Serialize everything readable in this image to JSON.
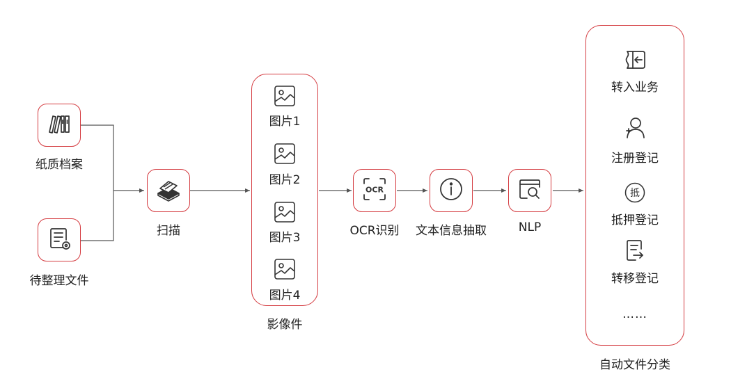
{
  "colors": {
    "accent": "#d43a3f",
    "line": "#555555",
    "text": "#222222"
  },
  "nodes": {
    "paper_archive": {
      "label": "纸质档案",
      "icon": "books-icon"
    },
    "pending_files": {
      "label": "待整理文件",
      "icon": "document-settings-icon"
    },
    "scan": {
      "label": "扫描",
      "icon": "scanner-icon"
    },
    "ocr": {
      "label": "OCR识别",
      "icon": "ocr-scan-icon",
      "icon_text": "OCR"
    },
    "text_extraction": {
      "label": "文本信息抽取",
      "icon": "info-icon"
    },
    "nlp": {
      "label": "NLP",
      "icon": "search-document-icon"
    }
  },
  "image_group": {
    "title": "影像件",
    "items": [
      {
        "label": "图片1",
        "icon": "image-icon"
      },
      {
        "label": "图片2",
        "icon": "image-icon"
      },
      {
        "label": "图片3",
        "icon": "image-icon"
      },
      {
        "label": "图片4",
        "icon": "image-icon"
      }
    ]
  },
  "classification_group": {
    "title": "自动文件分类",
    "items": [
      {
        "label": "转入业务",
        "icon": "transfer-in-icon"
      },
      {
        "label": "注册登记",
        "icon": "user-add-icon"
      },
      {
        "label": "抵押登记",
        "icon": "mortgage-seal-icon",
        "icon_text": "抵"
      },
      {
        "label": "转移登记",
        "icon": "transfer-document-icon"
      }
    ],
    "more": "……"
  }
}
